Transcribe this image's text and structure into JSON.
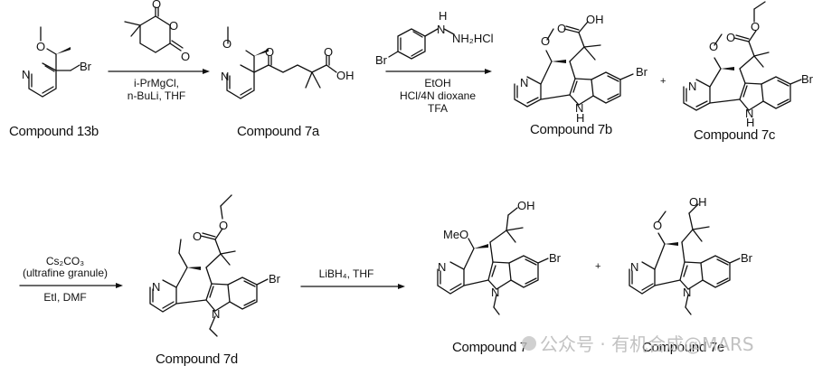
{
  "scheme": {
    "row1": {
      "compounds": [
        {
          "id": "13b",
          "label": "Compound 13b",
          "substituents": {
            "halogen": "Br",
            "ring_n": "N",
            "ether_o": "O"
          }
        },
        {
          "id": "7a",
          "label": "Compound 7a",
          "substituents": {
            "ring_n": "N",
            "ether_o": "O",
            "ketone_o": "O",
            "acid": "OH",
            "acid_o": "O"
          }
        },
        {
          "id": "7b",
          "label": "Compound 7b",
          "substituents": {
            "ring_n": "N",
            "ether_o": "O",
            "acid": "OH",
            "acid_o": "O",
            "halogen": "Br",
            "indole_nh": "N",
            "indole_h": "H"
          }
        },
        {
          "id": "7c",
          "label": "Compound 7c",
          "substituents": {
            "ring_n": "N",
            "ether_o": "O",
            "ester_o": "O",
            "carbonyl_o": "O",
            "halogen": "Br",
            "indole_nh": "N",
            "indole_h": "H"
          }
        }
      ],
      "arrows": [
        {
          "reagent_above": "glutaric anhydride (dimethyl)",
          "anhydride_atoms": {
            "o1": "O",
            "o2": "O",
            "o3": "O"
          },
          "conditions": [
            "i-PrMgCl,",
            "n-BuLi, THF"
          ]
        },
        {
          "reagent_above_atoms": {
            "br": "Br",
            "nh": "N",
            "h": "H",
            "rest": "NH₂HCl"
          },
          "conditions": [
            "EtOH",
            "HCl/4N dioxane",
            "TFA"
          ]
        }
      ],
      "plus": "+"
    },
    "row2": {
      "compounds": [
        {
          "id": "7d",
          "label": "Compound 7d",
          "substituents": {
            "ring_n": "N",
            "ester_o": "O",
            "carbonyl_o": "O",
            "halogen": "Br",
            "indole_n": "N"
          }
        },
        {
          "id": "7",
          "label": "Compound 7",
          "substituents": {
            "ring_n": "N",
            "ether": "MeO",
            "alcohol": "OH",
            "halogen": "Br",
            "indole_n": "N"
          }
        },
        {
          "id": "7e",
          "label": "Compound 7e",
          "substituents": {
            "ring_n": "N",
            "ether_o": "O",
            "alcohol": "OH",
            "halogen": "Br",
            "indole_n": "N"
          }
        }
      ],
      "arrows": [
        {
          "above": [
            "Cs₂CO₃",
            "(ultrafine granule)"
          ],
          "below": [
            "EtI, DMF"
          ]
        },
        {
          "above": [
            "LiBH₄, THF"
          ],
          "below": []
        }
      ],
      "plus": "+"
    },
    "watermark": "公众号 · 有机合成@MARS"
  }
}
